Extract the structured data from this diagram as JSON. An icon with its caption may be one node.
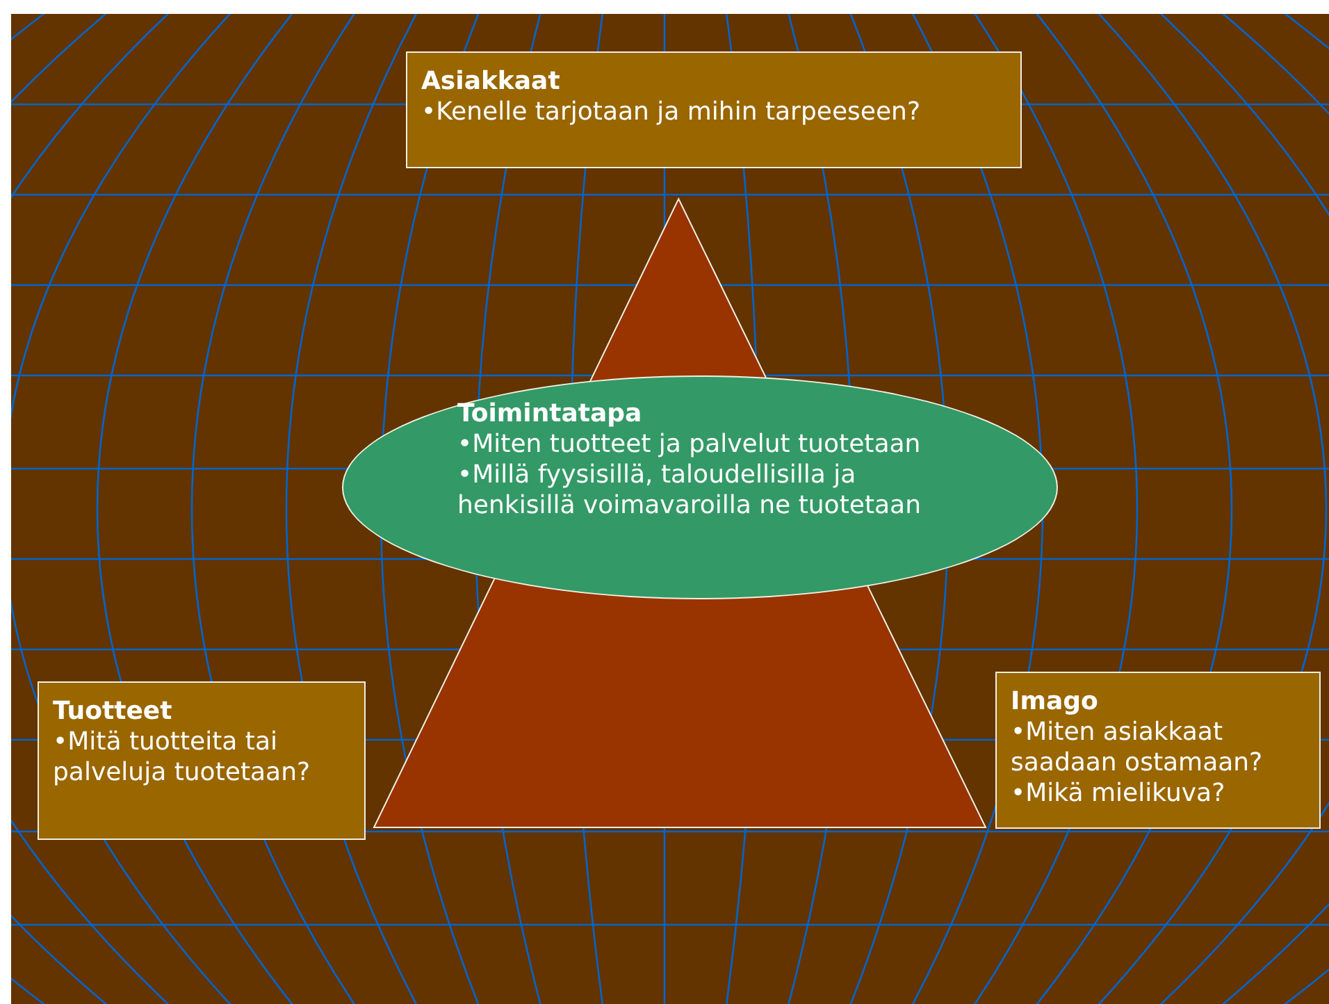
{
  "diagram": {
    "nodes": [
      {
        "text": [
          "Asiakkaat",
          "•Kenelle tarjotaan ja mihin tarpeeseen?"
        ]
      },
      {
        "text": [],
        "shape": "triangle"
      },
      {
        "text": [
          "Toimintatapa",
          "•Miten tuotteet ja palvelut tuotetaan",
          "•Millä fyysisillä, taloudellisilla ja henkisillä voimavaroilla ne tuotetaan"
        ]
      },
      {
        "text": [
          "Tuotteet",
          "•Mitä tuotteita tai palveluja tuotetaan?"
        ]
      },
      {
        "text": [
          "Imago",
          "•Miten asiakkaat saadaan ostamaan?",
          "•Mikä mielikuva?"
        ]
      }
    ]
  }
}
